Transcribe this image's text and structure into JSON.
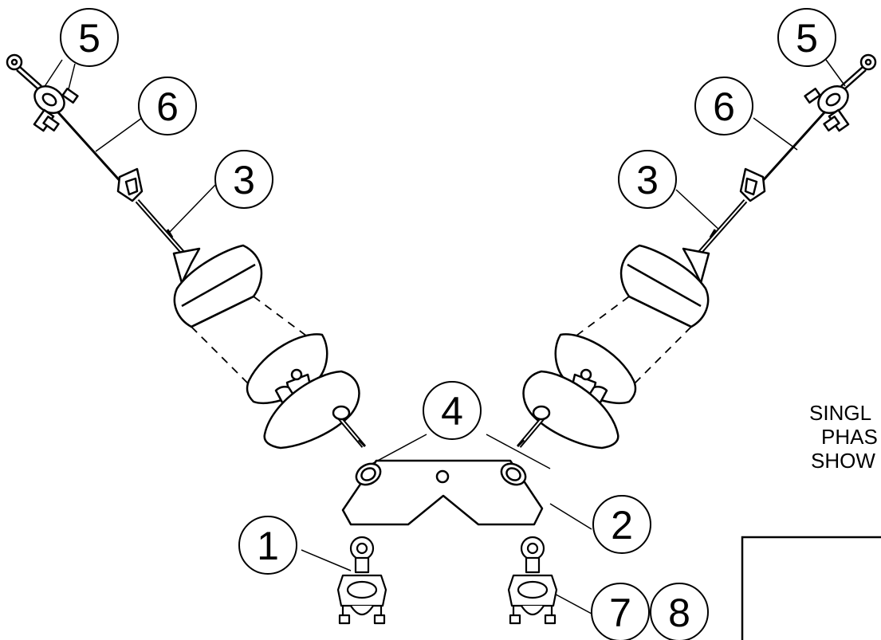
{
  "callouts": {
    "c1": "1",
    "c2": "2",
    "c3_left": "3",
    "c3_right": "3",
    "c4": "4",
    "c5_left": "5",
    "c5_right": "5",
    "c6_left": "6",
    "c6_right": "6",
    "c7": "7",
    "c8": "8"
  },
  "note": {
    "line1": "SINGL",
    "line2": "PHAS",
    "line3": "SHOW"
  },
  "colors": {
    "stroke": "#000000",
    "fill": "#ffffff"
  }
}
